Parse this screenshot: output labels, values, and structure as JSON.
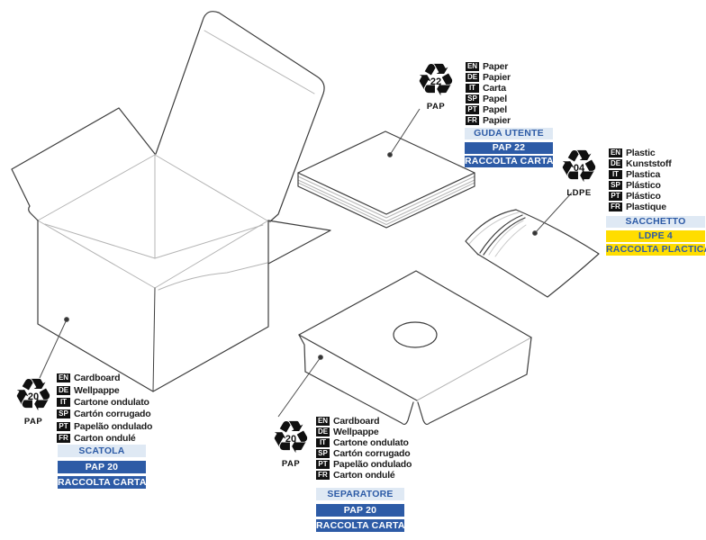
{
  "colors": {
    "accent_blue": "#2d5ba6",
    "light_blue_bg": "#dfe9f4",
    "yellow": "#ffdd00",
    "badge_black": "#111111",
    "line_dark": "#3d3d3d",
    "line_gray": "#b4b4b4"
  },
  "recycle_glyph": "♻",
  "figures": {
    "box": "open-cardboard-box-drawing",
    "guide": "folded-paper-guide-drawing",
    "bag": "plastic-bag-drawing",
    "separator": "cardboard-separator-tray-drawing"
  },
  "blocks": {
    "guide": {
      "code": "22",
      "material": "PAP",
      "langs": [
        {
          "tag": "EN",
          "text": "Paper"
        },
        {
          "tag": "DE",
          "text": "Papier"
        },
        {
          "tag": "IT",
          "text": "Carta"
        },
        {
          "tag": "SP",
          "text": "Papel"
        },
        {
          "tag": "PT",
          "text": "Papel"
        },
        {
          "tag": "FR",
          "text": "Papier"
        }
      ],
      "bar1": "GUDA UTENTE",
      "bar2": "PAP 22",
      "bar3": "RACCOLTA CARTA"
    },
    "bag": {
      "code": "04",
      "material": "LDPE",
      "langs": [
        {
          "tag": "EN",
          "text": "Plastic"
        },
        {
          "tag": "DE",
          "text": "Kunststoff"
        },
        {
          "tag": "IT",
          "text": "Plastica"
        },
        {
          "tag": "SP",
          "text": "Plástico"
        },
        {
          "tag": "PT",
          "text": "Plástico"
        },
        {
          "tag": "FR",
          "text": "Plastique"
        }
      ],
      "bar1": "SACCHETTO",
      "bar2": "LDPE 4",
      "bar3": "RACCOLTA PLACTICA"
    },
    "box": {
      "code": "20",
      "material": "PAP",
      "langs": [
        {
          "tag": "EN",
          "text": "Cardboard"
        },
        {
          "tag": "DE",
          "text": "Wellpappe"
        },
        {
          "tag": "IT",
          "text": "Cartone ondulato"
        },
        {
          "tag": "SP",
          "text": "Cartón corrugado"
        },
        {
          "tag": "PT",
          "text": "Papelão ondulado"
        },
        {
          "tag": "FR",
          "text": "Carton ondulé"
        }
      ],
      "bar1": "SCATOLA",
      "bar2": "PAP 20",
      "bar3": "RACCOLTA CARTA"
    },
    "separator": {
      "code": "20",
      "material": "PAP",
      "langs": [
        {
          "tag": "EN",
          "text": "Cardboard"
        },
        {
          "tag": "DE",
          "text": "Wellpappe"
        },
        {
          "tag": "IT",
          "text": "Cartone ondulato"
        },
        {
          "tag": "SP",
          "text": "Cartón corrugado"
        },
        {
          "tag": "PT",
          "text": "Papelão ondulado"
        },
        {
          "tag": "FR",
          "text": "Carton ondulé"
        }
      ],
      "bar1": "SEPARATORE",
      "bar2": "PAP 20",
      "bar3": "RACCOLTA CARTA"
    }
  }
}
